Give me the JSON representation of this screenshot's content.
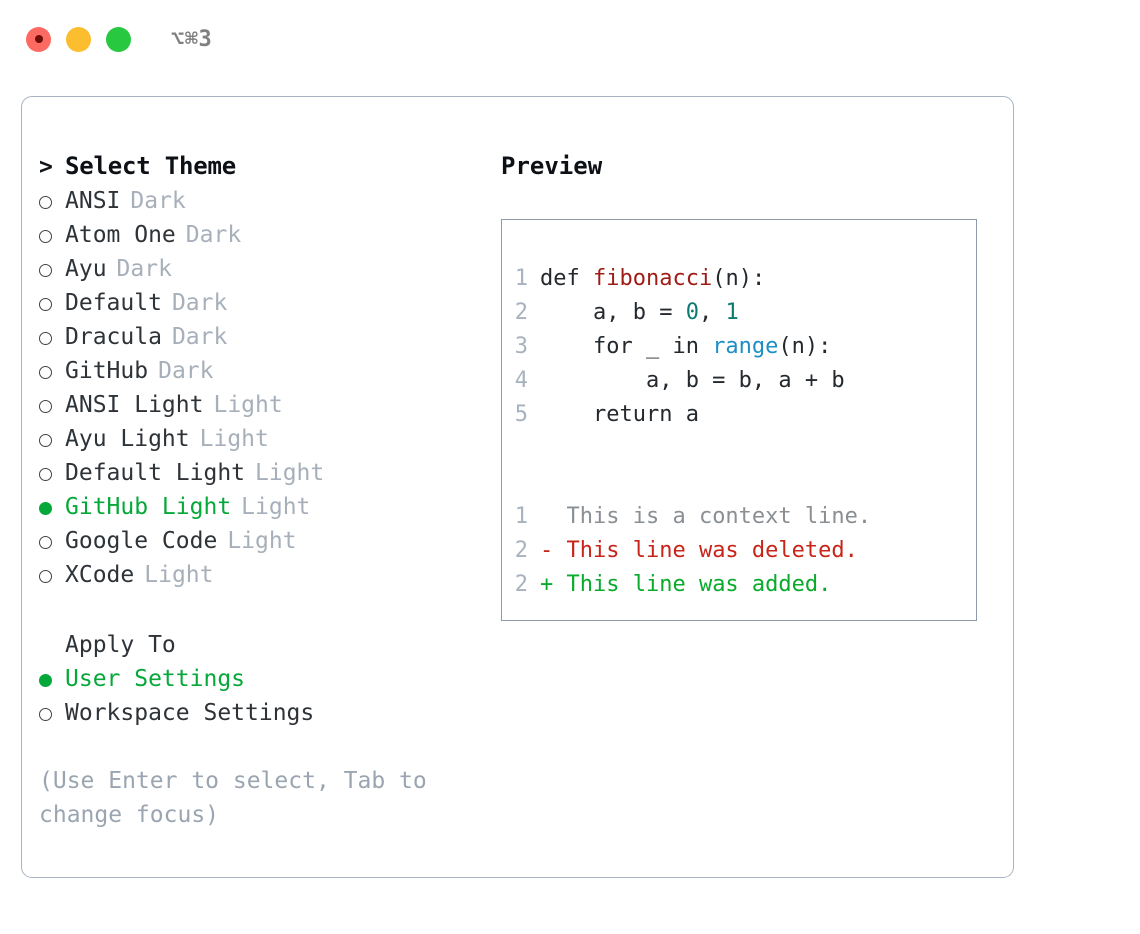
{
  "titlebar": {
    "shortcut": "⌥⌘3",
    "lights": [
      {
        "name": "close",
        "color": "#fd6a62"
      },
      {
        "name": "minimize",
        "color": "#fcbd2e"
      },
      {
        "name": "maximize",
        "color": "#28c840"
      }
    ]
  },
  "theme_picker": {
    "caret": ">",
    "heading": "Select Theme",
    "items": [
      {
        "label": "ANSI",
        "variant": "Dark",
        "selected": false
      },
      {
        "label": "Atom One",
        "variant": "Dark",
        "selected": false
      },
      {
        "label": "Ayu",
        "variant": "Dark",
        "selected": false
      },
      {
        "label": "Default",
        "variant": "Dark",
        "selected": false
      },
      {
        "label": "Dracula",
        "variant": "Dark",
        "selected": false
      },
      {
        "label": "GitHub",
        "variant": "Dark",
        "selected": false
      },
      {
        "label": "ANSI Light",
        "variant": "Light",
        "selected": false
      },
      {
        "label": "Ayu Light",
        "variant": "Light",
        "selected": false
      },
      {
        "label": "Default Light",
        "variant": "Light",
        "selected": false
      },
      {
        "label": "GitHub Light",
        "variant": "Light",
        "selected": true
      },
      {
        "label": "Google Code",
        "variant": "Light",
        "selected": false
      },
      {
        "label": "XCode",
        "variant": "Light",
        "selected": false
      }
    ]
  },
  "apply_to": {
    "title": "Apply To",
    "options": [
      {
        "label": "User Settings",
        "selected": true
      },
      {
        "label": "Workspace Settings",
        "selected": false
      }
    ]
  },
  "hint": "(Use Enter to select, Tab to change focus)",
  "preview": {
    "title": "Preview",
    "code_lines": [
      {
        "no": "1",
        "segments": [
          {
            "text": "def ",
            "cls": "codetext"
          },
          {
            "text": "fibonacci",
            "cls": "tok-fn"
          },
          {
            "text": "(n):",
            "cls": "codetext"
          }
        ]
      },
      {
        "no": "2",
        "segments": [
          {
            "text": "    a, b = ",
            "cls": "codetext"
          },
          {
            "text": "0",
            "cls": "tok-num"
          },
          {
            "text": ", ",
            "cls": "codetext"
          },
          {
            "text": "1",
            "cls": "tok-num"
          }
        ]
      },
      {
        "no": "3",
        "segments": [
          {
            "text": "    for _ in ",
            "cls": "codetext"
          },
          {
            "text": "range",
            "cls": "tok-built"
          },
          {
            "text": "(n):",
            "cls": "codetext"
          }
        ]
      },
      {
        "no": "4",
        "segments": [
          {
            "text": "        a, b = b, a + b",
            "cls": "codetext"
          }
        ]
      },
      {
        "no": "5",
        "segments": [
          {
            "text": "    return a",
            "cls": "codetext"
          }
        ]
      }
    ],
    "diff_lines": [
      {
        "no": "1",
        "sign": " ",
        "text": " This is a context line.",
        "cls": "diff-ctx"
      },
      {
        "no": "2",
        "sign": "-",
        "text": " This line was deleted.",
        "cls": "diff-del"
      },
      {
        "no": "2",
        "sign": "+",
        "text": " This line was added.",
        "cls": "diff-add"
      }
    ]
  },
  "colors": {
    "accent_green": "#07a83a",
    "muted": "#a7b0ba",
    "border": "#a9b4c2",
    "preview_border": "#8d9bab",
    "diff_delete": "#c7241a",
    "diff_add": "#0aaa2c",
    "fn_red": "#9e1c16",
    "num_teal": "#0b7b72",
    "builtin_blue": "#1d8fc4"
  }
}
